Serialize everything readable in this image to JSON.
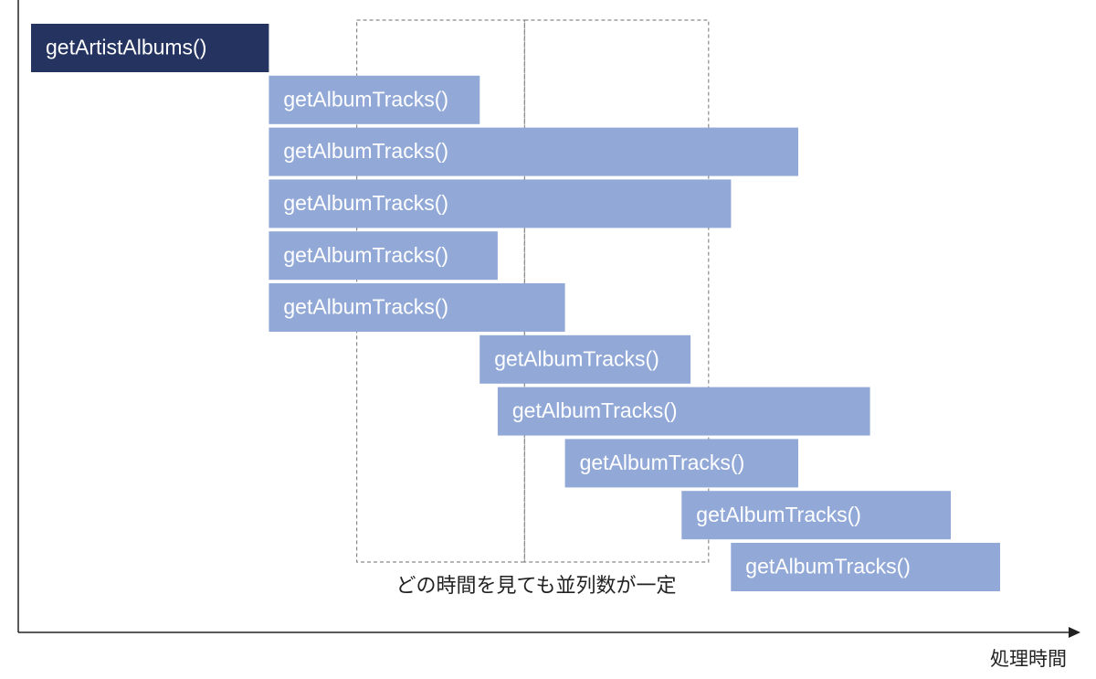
{
  "colors": {
    "primary_bar": "#24335f",
    "secondary_bar": "#92a9d8",
    "axis": "#222222",
    "dashed": "#8a8a8a",
    "label_text": "#ffffff"
  },
  "tasks": [
    {
      "label": "getArtistAlbums()",
      "kind": "primary",
      "start": 0.0,
      "end": 2.65
    },
    {
      "label": "getAlbumTracks()",
      "kind": "secondary",
      "start": 2.65,
      "end": 5.0
    },
    {
      "label": "getAlbumTracks()",
      "kind": "secondary",
      "start": 2.65,
      "end": 8.55
    },
    {
      "label": "getAlbumTracks()",
      "kind": "secondary",
      "start": 2.65,
      "end": 7.8
    },
    {
      "label": "getAlbumTracks()",
      "kind": "secondary",
      "start": 2.65,
      "end": 5.2
    },
    {
      "label": "getAlbumTracks()",
      "kind": "secondary",
      "start": 2.65,
      "end": 5.95
    },
    {
      "label": "getAlbumTracks()",
      "kind": "secondary",
      "start": 5.0,
      "end": 7.35
    },
    {
      "label": "getAlbumTracks()",
      "kind": "secondary",
      "start": 5.2,
      "end": 9.35
    },
    {
      "label": "getAlbumTracks()",
      "kind": "secondary",
      "start": 5.95,
      "end": 8.55
    },
    {
      "label": "getAlbumTracks()",
      "kind": "secondary",
      "start": 7.25,
      "end": 10.25
    },
    {
      "label": "getAlbumTracks()",
      "kind": "secondary",
      "start": 7.8,
      "end": 10.8
    }
  ],
  "time_range": [
    0,
    11.4
  ],
  "windows": [
    {
      "start": 3.63,
      "end": 5.5
    },
    {
      "start": 5.5,
      "end": 7.55
    }
  ],
  "note": "どの時間を見ても並列数が一定",
  "axis_label": "処理時間"
}
